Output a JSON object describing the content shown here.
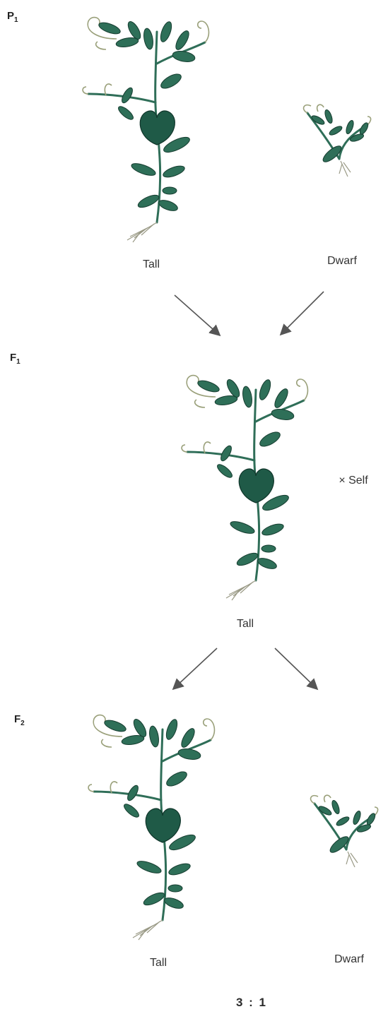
{
  "generations": [
    {
      "letter": "P",
      "sub": "1"
    },
    {
      "letter": "F",
      "sub": "1"
    },
    {
      "letter": "F",
      "sub": "2"
    }
  ],
  "labels": {
    "p1_tall": "Tall",
    "p1_dwarf": "Dwarf",
    "f1_tall": "Tall",
    "self": "× Self",
    "f2_tall": "Tall",
    "f2_dwarf": "Dwarf"
  },
  "ratio": "3 : 1",
  "colors": {
    "leaf": "#2e6f58",
    "tendril": "#9aa07a",
    "arrow": "#555555"
  }
}
